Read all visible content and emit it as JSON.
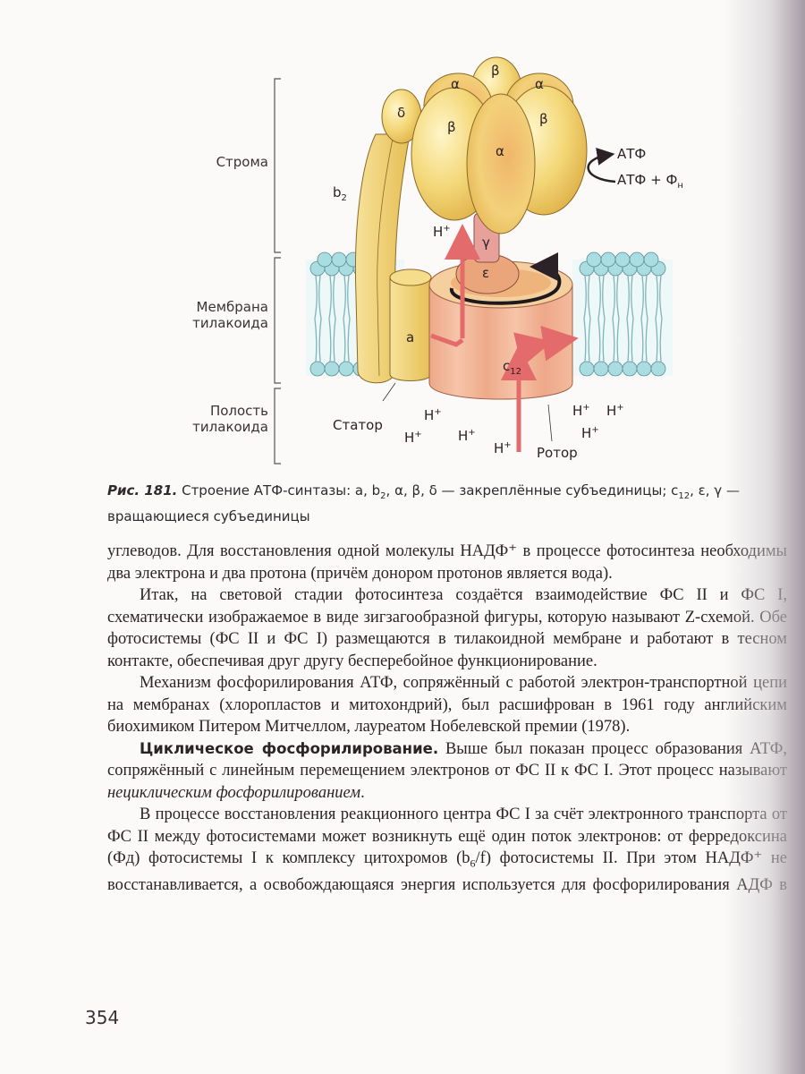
{
  "figure": {
    "zones": [
      {
        "label": "Строма"
      },
      {
        "label": "Мембрана тилакоида"
      },
      {
        "label": "Полость тилакоида"
      }
    ],
    "subunits": {
      "beta_top": "β",
      "alpha_left": "α",
      "alpha_right": "α",
      "delta": "δ",
      "beta_left": "β",
      "beta_right": "β",
      "alpha_center": "α",
      "gamma": "γ",
      "epsilon": "ε",
      "a": "a",
      "b2": "b",
      "b2_sub": "2",
      "c12": "c",
      "c12_sub": "12"
    },
    "reaction": {
      "product": "АТФ",
      "substrate": "АТФ + Ф",
      "substrate_sub": "н"
    },
    "labels": {
      "stator": "Статор",
      "rotor": "Ротор",
      "proton": "H",
      "proton_sup": "+"
    },
    "colors": {
      "yellow": "#f3d777",
      "yellow_dark": "#e2b84a",
      "rotor": "#f0b394",
      "pink": "#e8a09a",
      "lipid": "#a9dde0",
      "arrow": "#e36b6b"
    }
  },
  "caption": {
    "fig_num": "Рис. 181.",
    "text": " Строение АТФ-синтазы: a, b",
    "sub1": "2",
    "text2": ", α, β, δ — закреплённые субъединицы; c",
    "sub2": "12",
    "text3": ", ε, γ — вращающиеся субъединицы"
  },
  "body": {
    "p1": "углеводов. Для восстановления одной молекулы НАДФ⁺ в процессе фотосинтеза необходимы два электрона и два протона (причём донором протонов является вода).",
    "p2": "Итак, на световой стадии фотосинтеза создаётся взаимодействие ФС II и ФС I, схематически изображаемое в виде зигзагообразной фигуры, которую называют Z-схемой. Обе фотосистемы (ФС II и ФС I) размещаются в тилакоидной мембране и работают в тесном контакте, обеспечивая друг другу бесперебойное функционирование.",
    "p3": "Механизм фосфорилирования АТФ, сопряжённый с работой электрон-транспортной цепи на мембранах (хлоропластов и митохондрий), был расшифрован в 1961 году английским биохимиком Питером Митчеллом, лауреатом Нобелевской премии (1978).",
    "p4_head": "Циклическое фосфорилирование.",
    "p4_a": " Выше был показан процесс образования АТФ, сопряжённый с линейным перемещением электронов от ФС II к ФС I. Этот процесс называют ",
    "p4_em": "нециклическим фосфорилированием",
    "p4_b": ".",
    "p5_a": "В процессе восстановления реакционного центра ФС I за счёт электронного транспорта от ФС II между фотосистемами может возникнуть ещё один поток электронов: от ферредоксина (Фд) фотосистемы I к комплексу цитохромов (b",
    "p5_sub": "6",
    "p5_b": "/f) фотосистемы II. При этом НАДФ⁺ не восстанавливается, а освобождающаяся энергия используется для фосфорилирования АДФ в"
  },
  "page_number": "354"
}
